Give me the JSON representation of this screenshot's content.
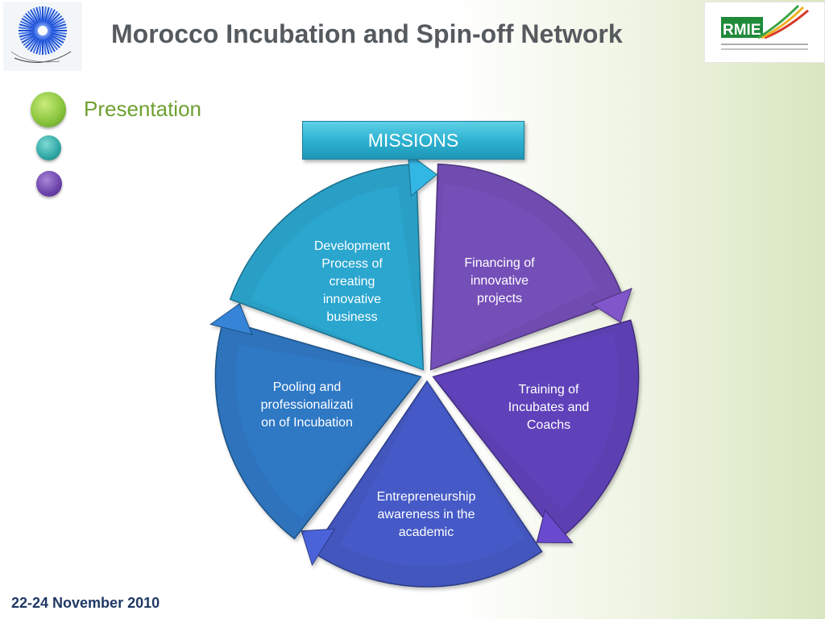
{
  "header": {
    "title": "Morocco Incubation and Spin-off Network",
    "logo_right_text": "RMIE"
  },
  "sidebar": {
    "section_label": "Presentation",
    "bullets": [
      {
        "color": "#86c23a"
      },
      {
        "color": "#2fa7a4"
      },
      {
        "color": "#6a43a9"
      }
    ]
  },
  "diagram": {
    "center_label": "MISSIONS",
    "segments": [
      {
        "lines": [
          "Financing of",
          "innovative",
          "projects"
        ],
        "color": "#6f4bb0"
      },
      {
        "lines": [
          "Training of",
          "Incubates and",
          "Coachs"
        ],
        "color": "#5b3fb2"
      },
      {
        "lines": [
          "Entrepreneurship",
          "awareness in the",
          "academic"
        ],
        "color": "#4256bd"
      },
      {
        "lines": [
          "Pooling and",
          "professionalizati",
          "on of Incubation"
        ],
        "color": "#2d73bb"
      },
      {
        "lines": [
          "Development",
          "Process of",
          "creating",
          "innovative",
          "business"
        ],
        "color": "#2a9fc6"
      }
    ]
  },
  "footer": {
    "date": "22-24 November 2010"
  }
}
